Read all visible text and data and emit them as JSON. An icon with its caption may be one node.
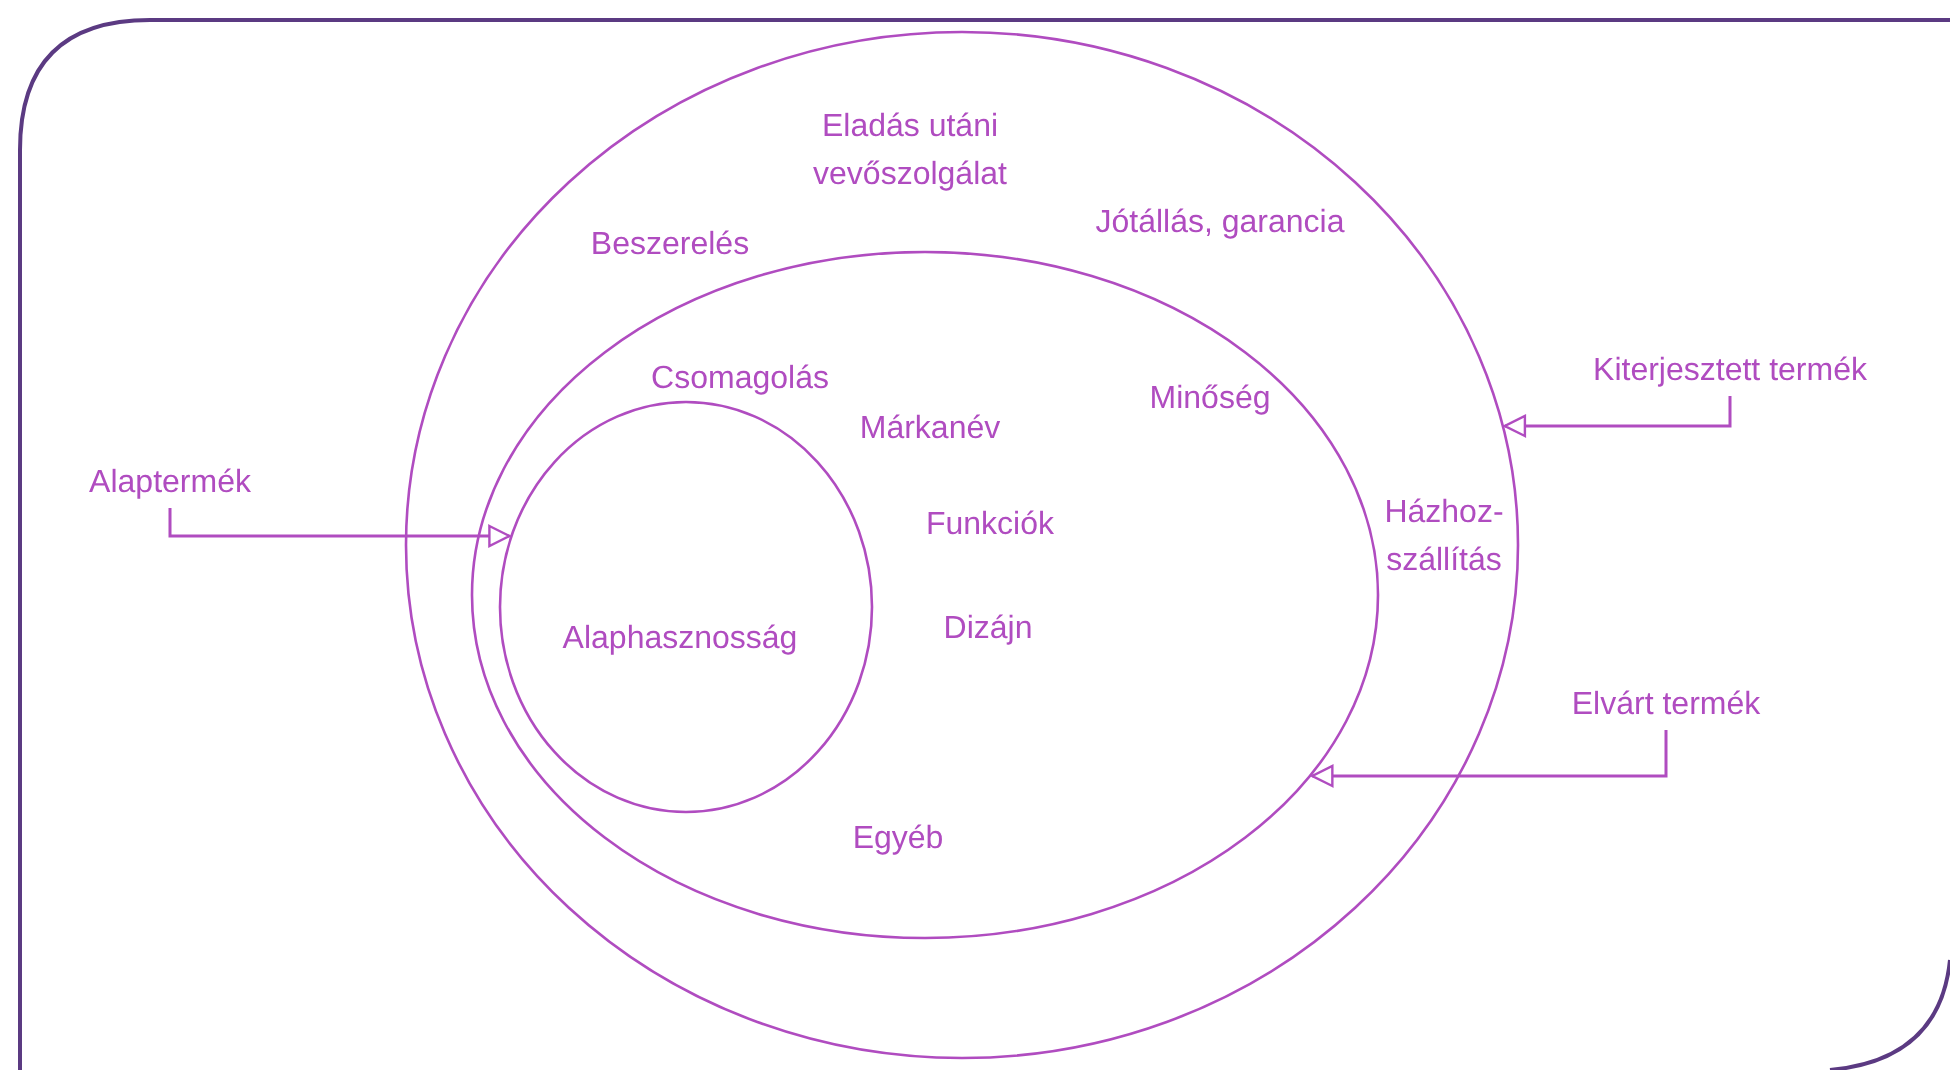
{
  "diagram": {
    "nodes": [
      {
        "text": [
          "Eladás utáni vevőszolgálat",
          "Beszerelés",
          "Jótállás, garancia",
          "Házhoz-szállítás"
        ]
      },
      {
        "text": [
          "Minőség",
          "Csomagolás",
          "Márkanév",
          "Funkciók",
          "Dizájn",
          "Egyéb"
        ],
        "in": 0
      },
      {
        "text": [
          "Alaphasznosság"
        ],
        "in": 1
      },
      {
        "text": [
          "Alaptermék"
        ]
      },
      {
        "text": [
          "Kiterjesztett termék"
        ]
      },
      {
        "text": [
          "Elvárt termék"
        ]
      }
    ],
    "edges": [
      {
        "from": 3,
        "to": 2,
        "arrow": "to"
      },
      {
        "from": 4,
        "to": 0,
        "arrow": "to"
      },
      {
        "from": 5,
        "to": 1,
        "arrow": "to"
      }
    ]
  }
}
